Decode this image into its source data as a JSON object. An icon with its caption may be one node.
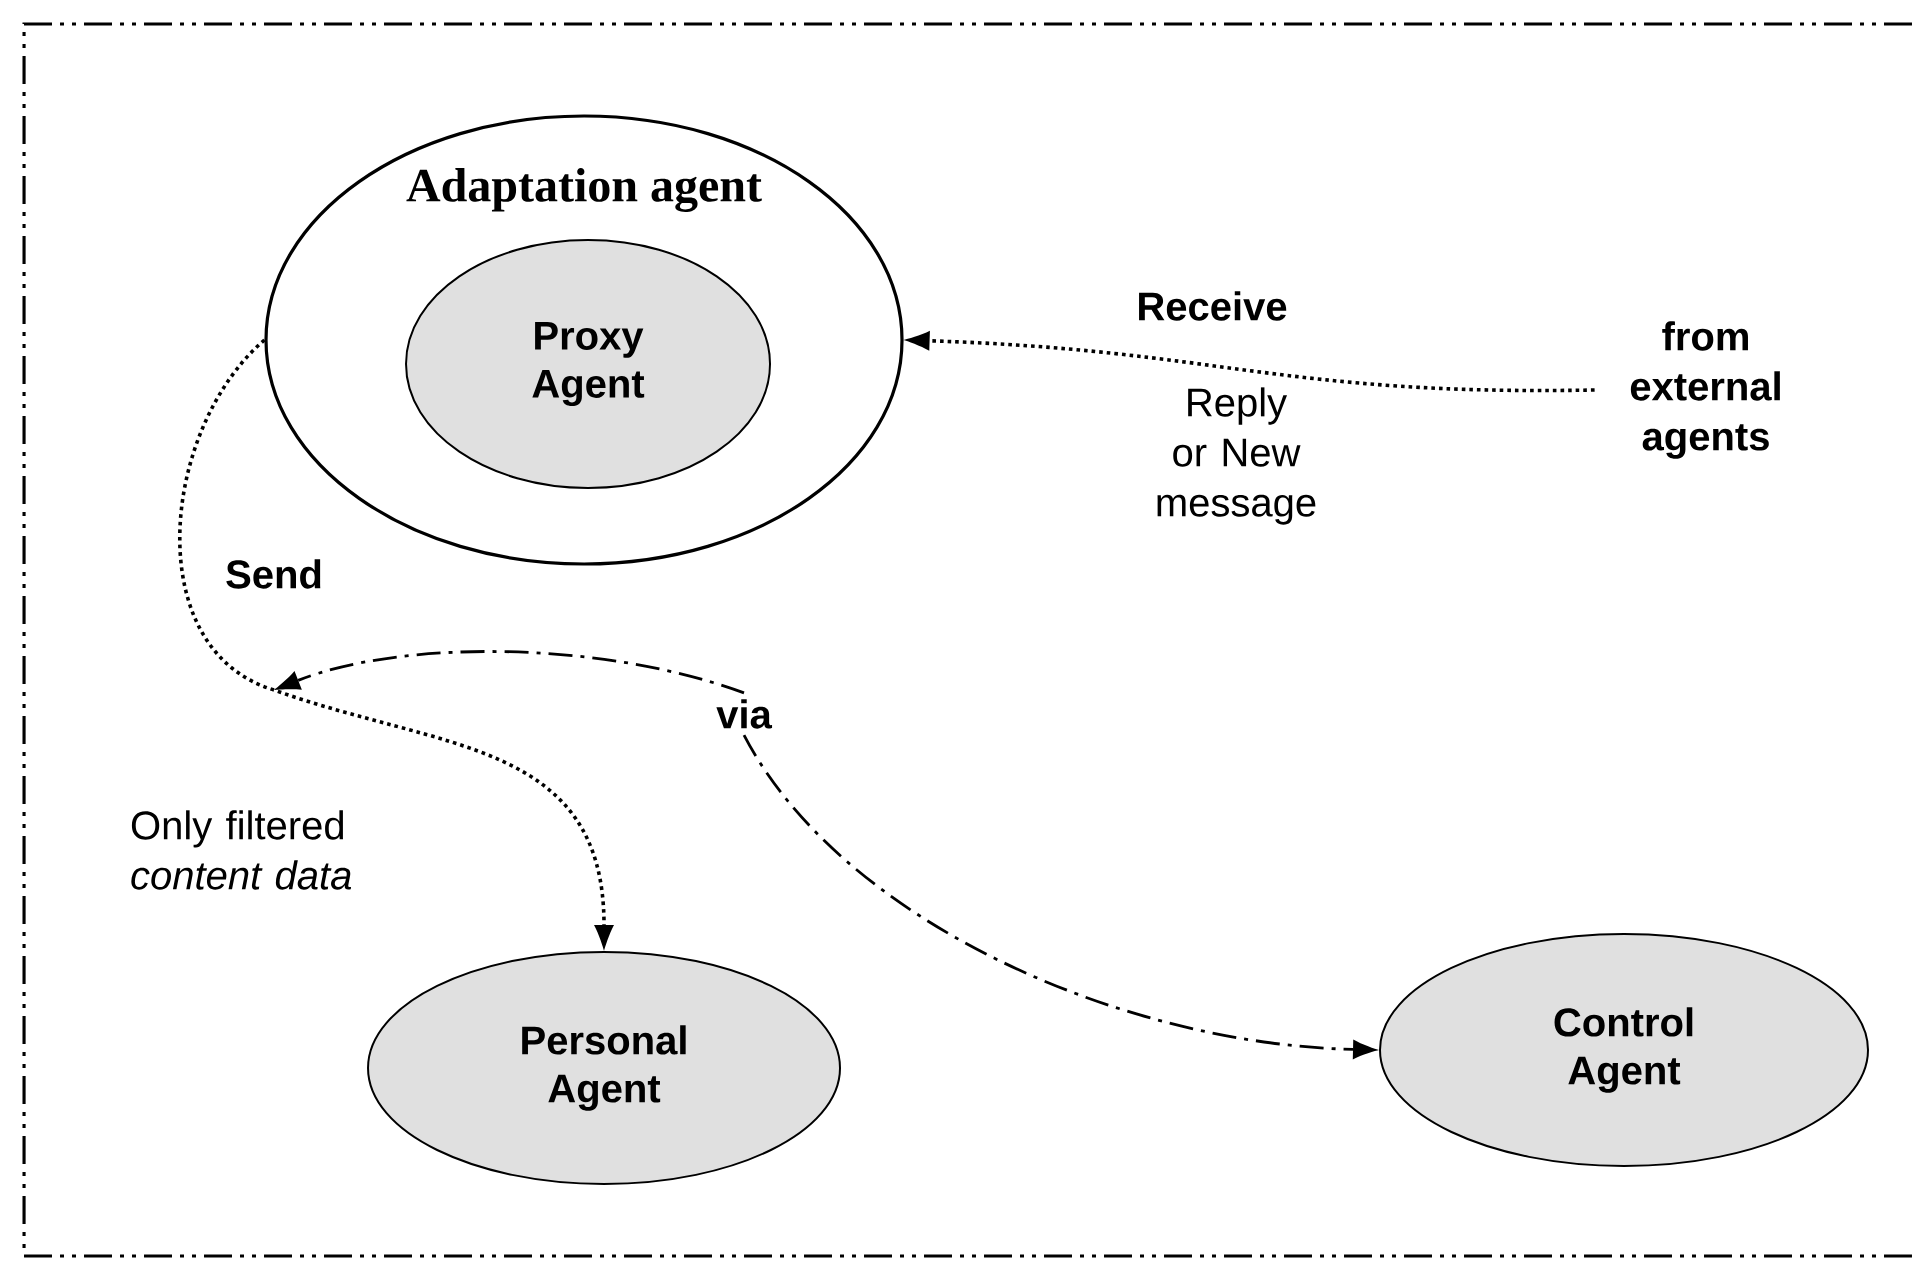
{
  "diagram": {
    "nodes": [
      {
        "text": [
          "Adaptation agent"
        ]
      },
      {
        "text": [
          "Proxy Agent"
        ],
        "in": 0
      },
      {
        "text": [
          "from external agents"
        ]
      },
      {
        "text": [
          "Personal Agent"
        ]
      },
      {
        "text": [
          "Control Agent"
        ]
      },
      {
        "text": [
          "via"
        ]
      }
    ],
    "edges": [
      {
        "from": 2,
        "to": 0,
        "arrow": "to",
        "label": "Receive"
      },
      {
        "from": 0,
        "to": 3,
        "arrow": "to",
        "label": "Send"
      },
      {
        "from": 5,
        "to": null,
        "arrow": "to",
        "style": "dashed"
      },
      {
        "from": 5,
        "to": 4,
        "arrow": "to",
        "style": "dashed"
      }
    ],
    "labels": [
      "Reply or New message",
      "Only filtered *content data*"
    ]
  }
}
